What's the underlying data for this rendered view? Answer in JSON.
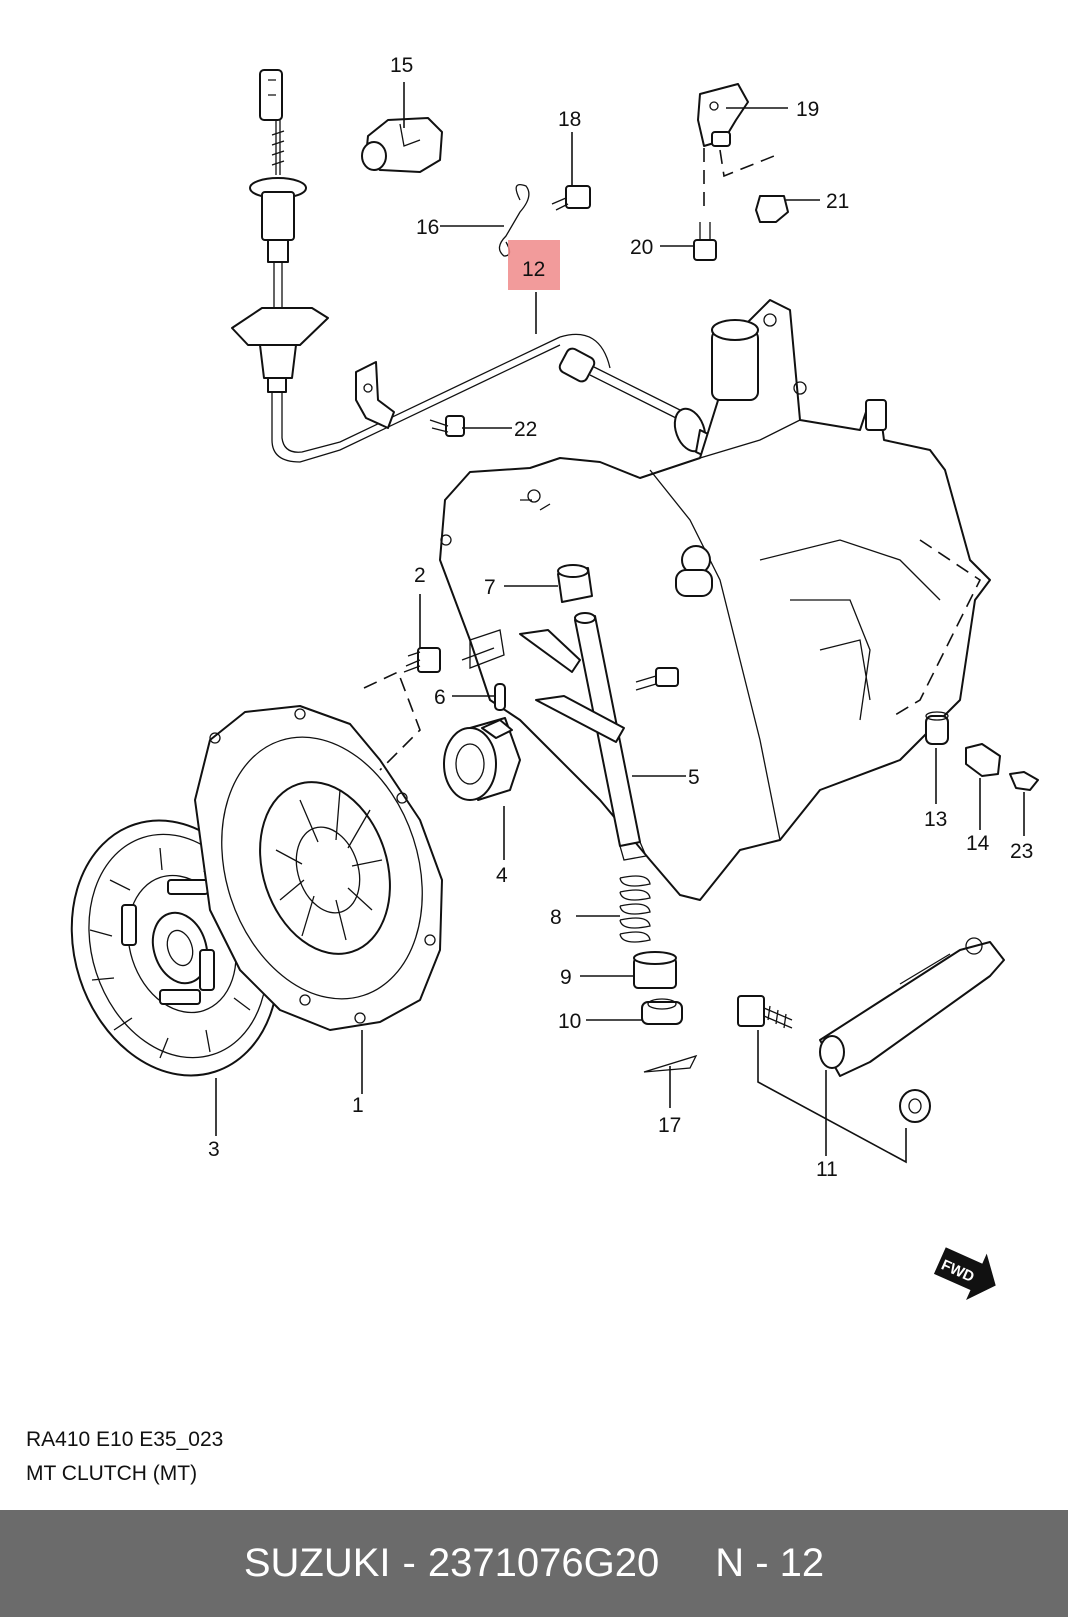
{
  "diagram": {
    "code": "RA410 E10 E35_023",
    "section_title": "MT CLUTCH (MT)",
    "highlighted_callout": "12",
    "highlight_color": "#f08a8a",
    "fwd_badge": "FWD",
    "callouts": [
      "1",
      "2",
      "3",
      "4",
      "5",
      "6",
      "7",
      "8",
      "9",
      "10",
      "11",
      "12",
      "13",
      "14",
      "15",
      "16",
      "17",
      "18",
      "19",
      "20",
      "21",
      "22",
      "23"
    ]
  },
  "footer": {
    "brand": "SUZUKI",
    "separator": "-",
    "part_number": "2371076G20",
    "ref": "N - 12",
    "background": "#6b6b6b"
  }
}
